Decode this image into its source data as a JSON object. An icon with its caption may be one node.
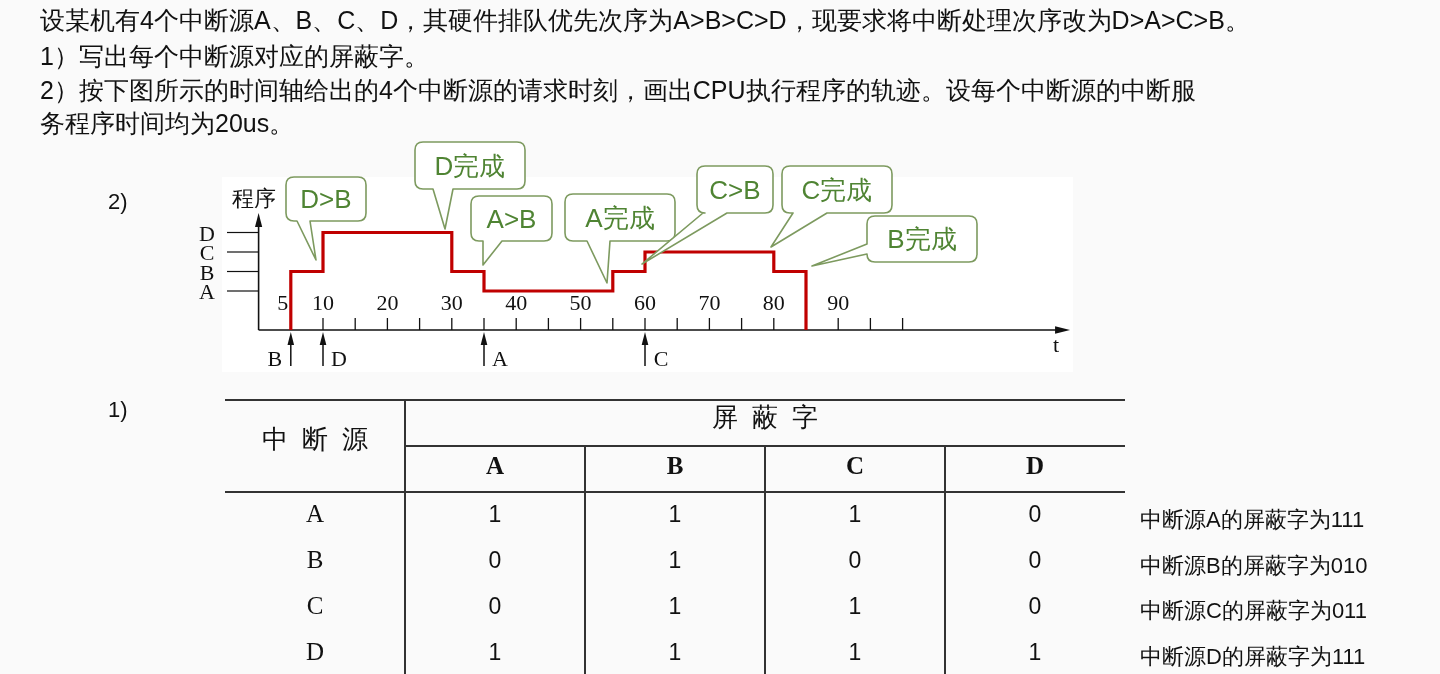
{
  "diagram": {
    "nodes": [
      {
        "text": [
          "D>B"
        ]
      },
      {
        "text": [
          "D完成"
        ]
      },
      {
        "text": [
          "A>B"
        ]
      },
      {
        "text": [
          "A完成"
        ]
      },
      {
        "text": [
          "C>B"
        ]
      },
      {
        "text": [
          "C完成"
        ]
      },
      {
        "text": [
          "B完成"
        ]
      }
    ],
    "labels": [
      "设某机有4个中断源A、B、C、D，其硬件排队优先次序为A>B>C>D，现要求将中断处理次序改为D>A>C>B。",
      "1）写出每个中断源对应的屏蔽字。",
      "2）按下图所示的时间轴给出的4个中断源的请求时刻，画出CPU执行程序的轨迹。设每个中断源的中断服务程序时间均为20us。",
      "2)",
      "程序",
      "D",
      "C",
      "B",
      "A",
      "5",
      "10",
      "20",
      "30",
      "40",
      "50",
      "60",
      "70",
      "80",
      "90",
      "t",
      "B",
      "D",
      "A",
      "C",
      "1)",
      "中断源",
      "屏蔽字",
      "A",
      "B",
      "C",
      "D",
      "A",
      "1",
      "1",
      "1",
      "0",
      "B",
      "0",
      "1",
      "0",
      "0",
      "C",
      "0",
      "1",
      "1",
      "0",
      "D",
      "1",
      "1",
      "1",
      "1",
      "中断源A的屏蔽字为111",
      "中断源B的屏蔽字为010",
      "中断源C的屏蔽字为011",
      "中断源D的屏蔽字为111"
    ]
  }
}
